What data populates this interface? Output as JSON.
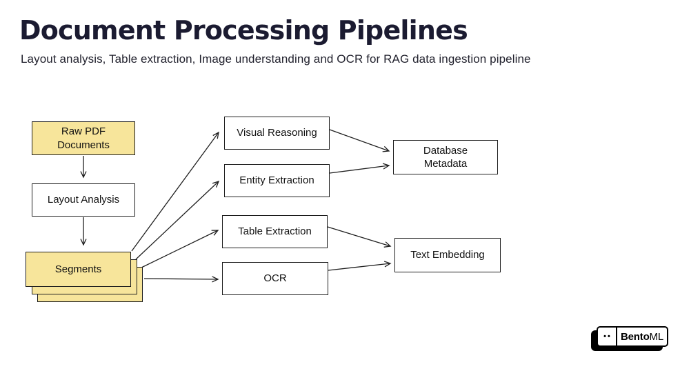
{
  "header": {
    "title": "Document Processing Pipelines",
    "subtitle": "Layout analysis, Table extraction, Image understanding and OCR for RAG data ingestion pipeline"
  },
  "diagram": {
    "nodes": {
      "raw_pdf": "Raw PDF Documents",
      "layout_analysis": "Layout Analysis",
      "segments": "Segments",
      "visual_reasoning": "Visual Reasoning",
      "entity_extraction": "Entity Extraction",
      "table_extraction": "Table Extraction",
      "ocr": "OCR",
      "database_metadata": "Database Metadata",
      "text_embedding": "Text Embedding"
    },
    "edges": [
      {
        "from": "Raw PDF Documents",
        "to": "Layout Analysis"
      },
      {
        "from": "Layout Analysis",
        "to": "Segments"
      },
      {
        "from": "Segments",
        "to": "Visual Reasoning"
      },
      {
        "from": "Segments",
        "to": "Entity Extraction"
      },
      {
        "from": "Segments",
        "to": "Table Extraction"
      },
      {
        "from": "Segments",
        "to": "OCR"
      },
      {
        "from": "Visual Reasoning",
        "to": "Database Metadata"
      },
      {
        "from": "Entity Extraction",
        "to": "Database Metadata"
      },
      {
        "from": "Table Extraction",
        "to": "Text Embedding"
      },
      {
        "from": "OCR",
        "to": "Text Embedding"
      }
    ],
    "colors": {
      "highlight_fill": "#f7e59b",
      "box_border": "#1c1c1c",
      "arrow": "#1f1f1f",
      "title": "#1b1b31"
    }
  },
  "logo": {
    "dots": "••",
    "brand_bold": "Bento",
    "brand_light": "ML"
  }
}
